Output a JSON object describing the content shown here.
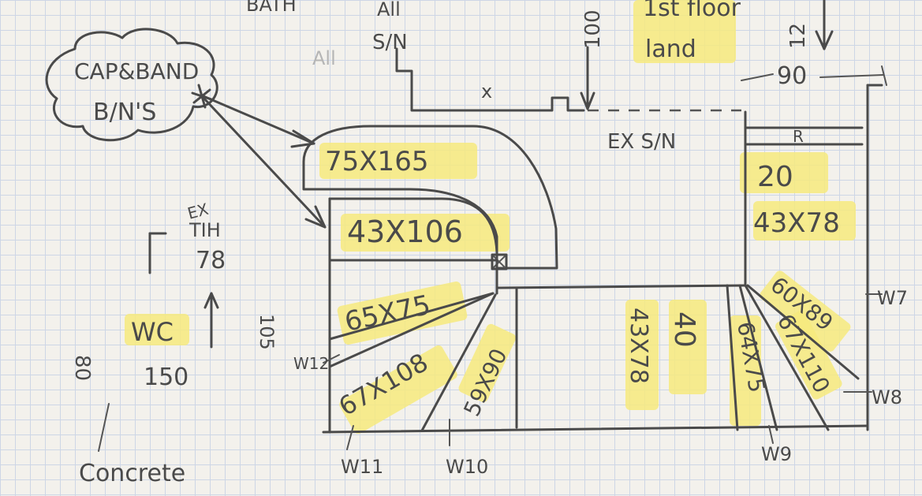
{
  "labels": {
    "top_bath": "BATH",
    "top_all": "All",
    "top_sn": "S/N",
    "all_faint": "All",
    "dim_100": "100",
    "floor_1": "1st floor",
    "floor_2": "land",
    "dim_12": "12",
    "dim_90": "90",
    "x_mark": "x",
    "cloud_line1": "CAP&BAND",
    "cloud_line2": "B/N'S",
    "ex_sn": "EX S/N",
    "r_mark": "R",
    "beam_75x165": "75X165",
    "beam_43x106": "43X106",
    "beam_65x75": "65X75",
    "beam_67x108": "67X108",
    "beam_59x90": "59X90",
    "beam_43x78_vert": "43X78",
    "beam_40": "40",
    "beam_64x75": "64X75",
    "beam_67x110": "67X110",
    "beam_60x89": "60X89",
    "beam_20": "20",
    "beam_43x78_right": "43X78",
    "ex": "EX",
    "tih": "TIH",
    "dim_78": "78",
    "dim_105": "105",
    "wc": "WC",
    "dim_150": "150",
    "dim_80": "80",
    "w7": "W7",
    "w8": "W8",
    "w9": "W9",
    "w10": "W10",
    "w11": "W11",
    "w12": "W12",
    "concrete": "Concrete"
  },
  "colors": {
    "ink": "#4a4a4a",
    "highlight": "#f6ea7e",
    "grid": "#cdd6e6",
    "paper": "#f3f1ec"
  }
}
